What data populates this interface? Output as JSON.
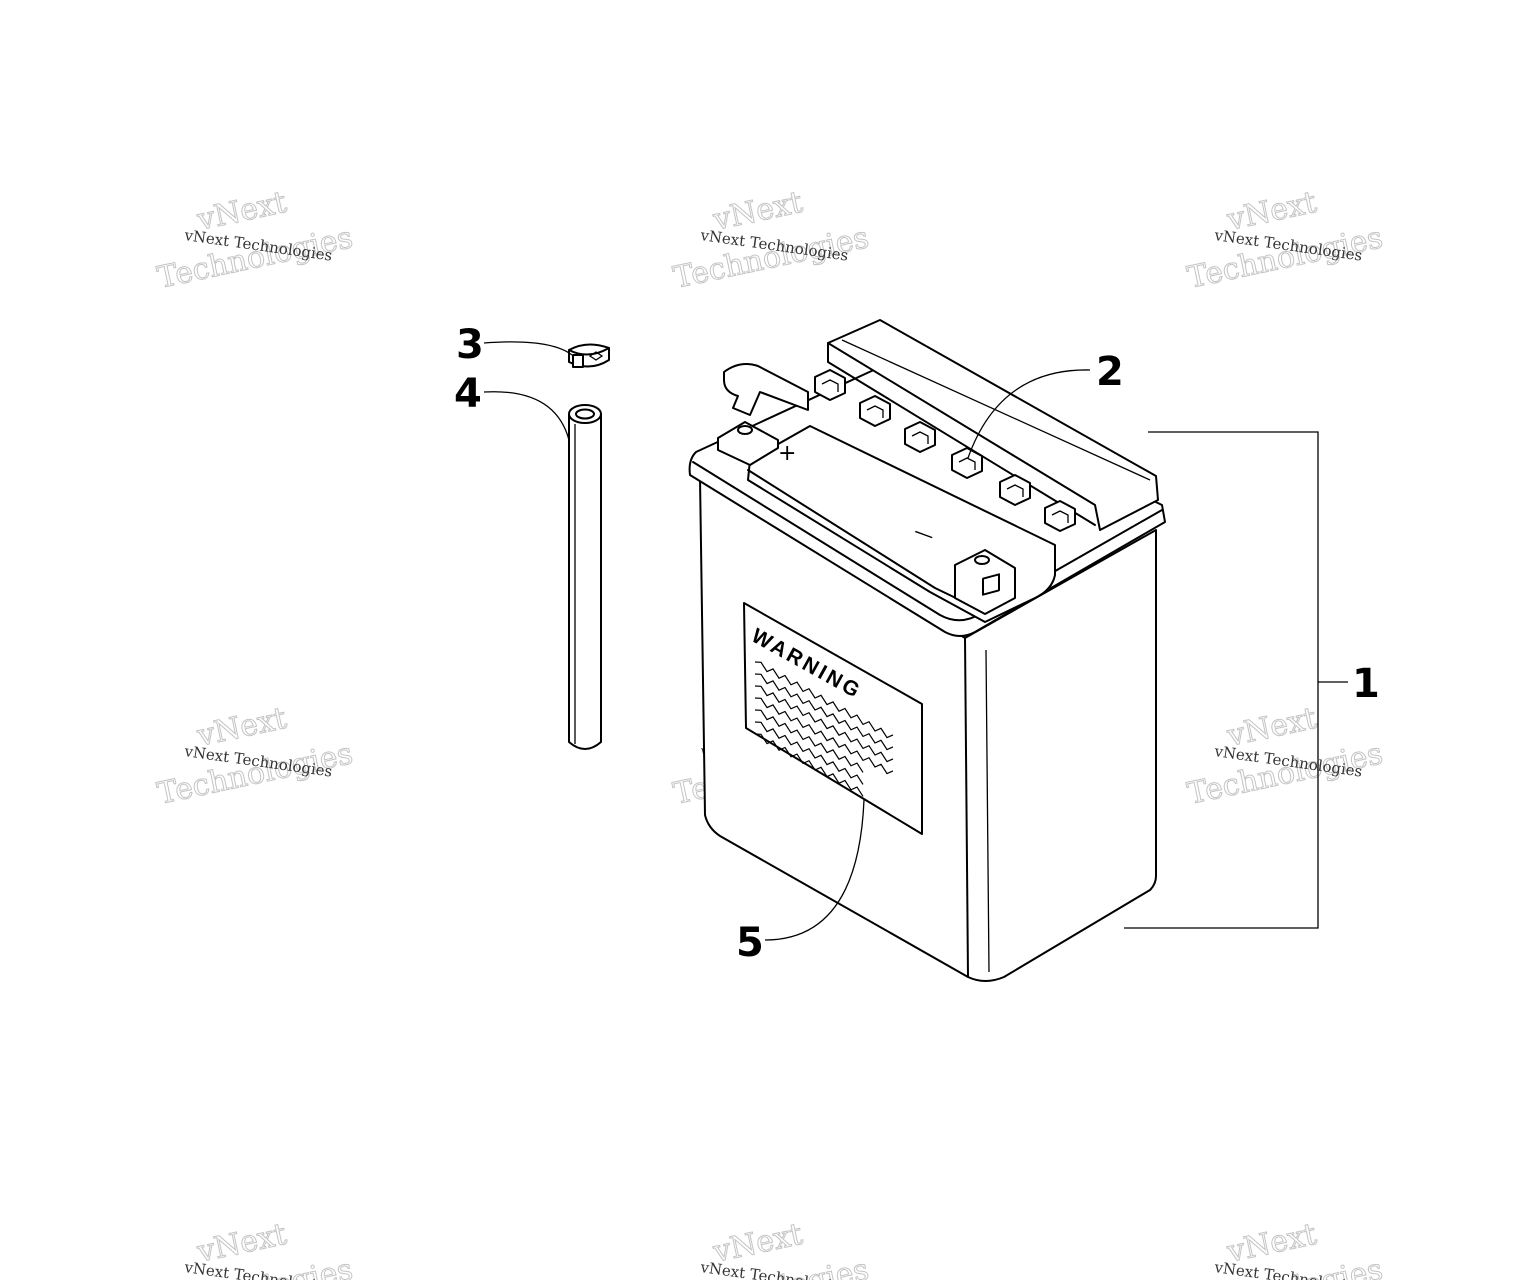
{
  "watermark": {
    "small": "vNext Technologies",
    "big_line1": "vNext",
    "big_line2": "Technologies"
  },
  "callouts": [
    {
      "num": "1",
      "part": "battery"
    },
    {
      "num": "2",
      "part": "vent-cap"
    },
    {
      "num": "3",
      "part": "hose-clamp"
    },
    {
      "num": "4",
      "part": "vent-tube"
    },
    {
      "num": "5",
      "part": "warning-label"
    }
  ],
  "battery": {
    "plus_symbol": "+",
    "minus_symbol": "—",
    "label_heading": "WARNING"
  }
}
